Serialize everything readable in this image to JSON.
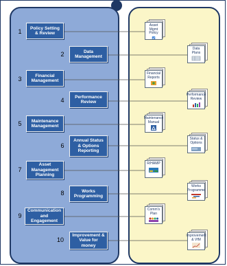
{
  "steps": [
    {
      "num": "1",
      "label": "Policy Setting & Review"
    },
    {
      "num": "2",
      "label": "Data Management"
    },
    {
      "num": "3",
      "label": "Financial Management"
    },
    {
      "num": "4",
      "label": "Performance Review"
    },
    {
      "num": "5",
      "label": "Maintenance Management"
    },
    {
      "num": "6",
      "label": "Annual Status & Options Reporting"
    },
    {
      "num": "7",
      "label": "Asset Management Planning"
    },
    {
      "num": "8",
      "label": "Works Programming"
    },
    {
      "num": "9",
      "label": "Communication and Engagement"
    },
    {
      "num": "10",
      "label": "Improvement & Value for money"
    }
  ],
  "outputs": [
    {
      "label": "Asset Mgmt Policy",
      "icon": "check-icon"
    },
    {
      "label": "Data Plans",
      "icon": "table-icon"
    },
    {
      "label": "Financial Reports",
      "icon": "money-icon"
    },
    {
      "label": "Performance Review",
      "icon": "bar-chart-icon"
    },
    {
      "label": "Maintenance Manual",
      "icon": "warning-icon"
    },
    {
      "label": "Status & Options",
      "icon": "options-icon"
    },
    {
      "label": "R/HAMP",
      "icon": "road-icon"
    },
    {
      "label": "Works Programme",
      "icon": "gantt-icon"
    },
    {
      "label": "Comm's Plan",
      "icon": "people-icon"
    },
    {
      "label": "Improvement & VfM",
      "icon": "graph-icon"
    }
  ],
  "colors": {
    "left_panel": "#8eaad8",
    "right_panel": "#fbf6c8",
    "step_box": "#2e5fa3",
    "border": "#1f3864"
  }
}
